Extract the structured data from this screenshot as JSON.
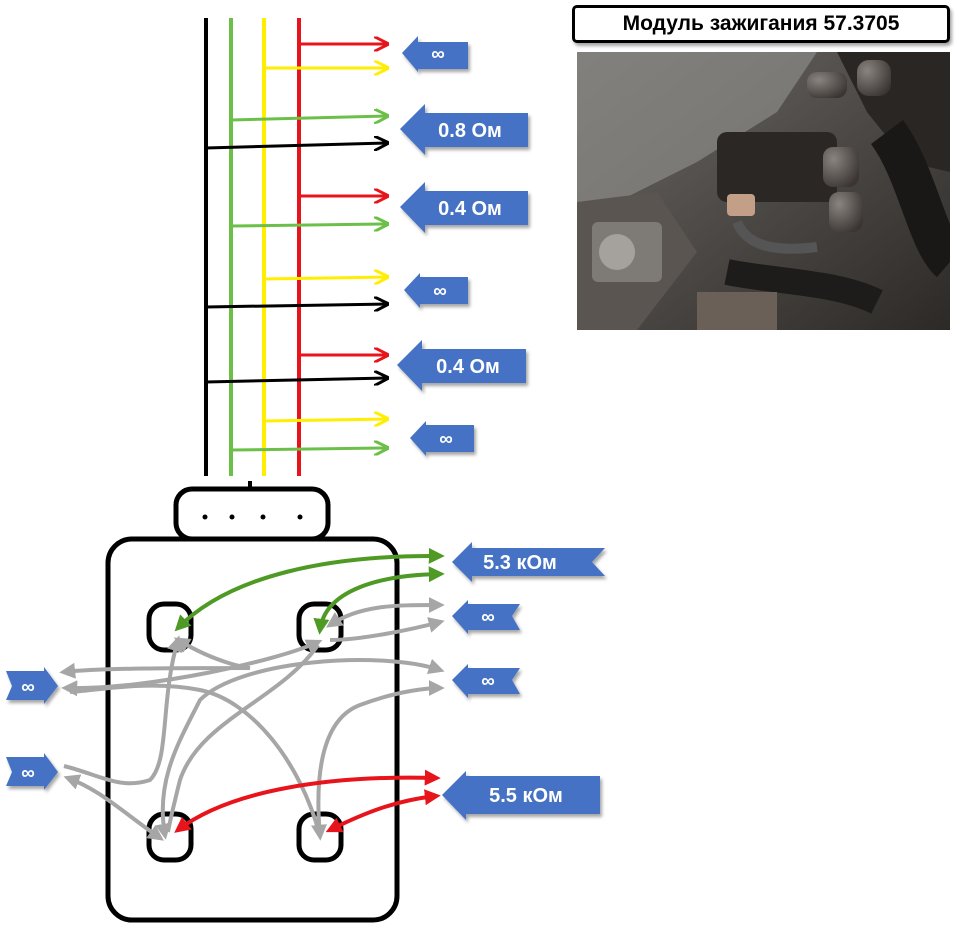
{
  "title": "Модуль зажигания 57.3705",
  "wire_colors": {
    "black": "#000000",
    "green": "#6cc04a",
    "yellow": "#ffee00",
    "red": "#e8141c",
    "gray": "#a6a6a6",
    "dark_green": "#4f9a24",
    "label_blue": "#4472c4"
  },
  "top_labels": [
    "∞",
    "0.8 Ом",
    "0.4 Ом",
    "∞",
    "0.4 Ом",
    "∞"
  ],
  "module_labels": {
    "right": [
      "5.3 кОм",
      "∞",
      "∞",
      "5.5 кОм"
    ],
    "left": [
      "∞",
      "∞"
    ]
  },
  "photo_icon": "engine-bay-photo"
}
